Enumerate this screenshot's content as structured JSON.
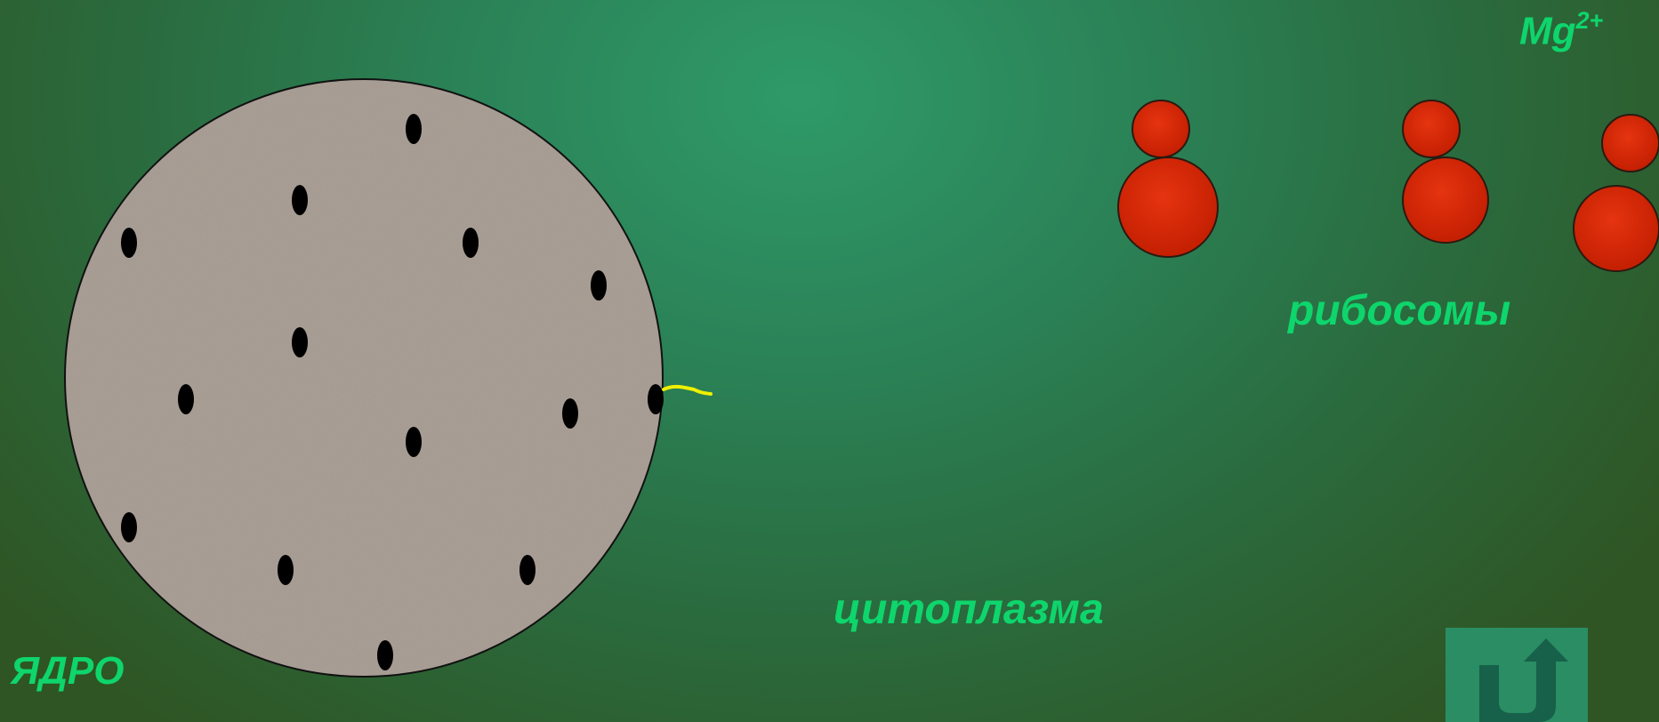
{
  "labels": {
    "magnesium": "Mg",
    "magnesium_charge": "2+",
    "ribosomes": "рибосомы",
    "cytoplasm": "цитоплазма",
    "nucleus": "ЯДРО"
  },
  "colors": {
    "label": "#0ed56c",
    "ribosome": "#db2a06",
    "nucleus_fill": "#a59a90",
    "nuclear_pore": "#000000",
    "rna_strand": "#f0f000",
    "back_button": "#2a8d63",
    "back_icon": "#17604a"
  },
  "icons": {
    "back_button": "u-turn-arrow-icon"
  }
}
